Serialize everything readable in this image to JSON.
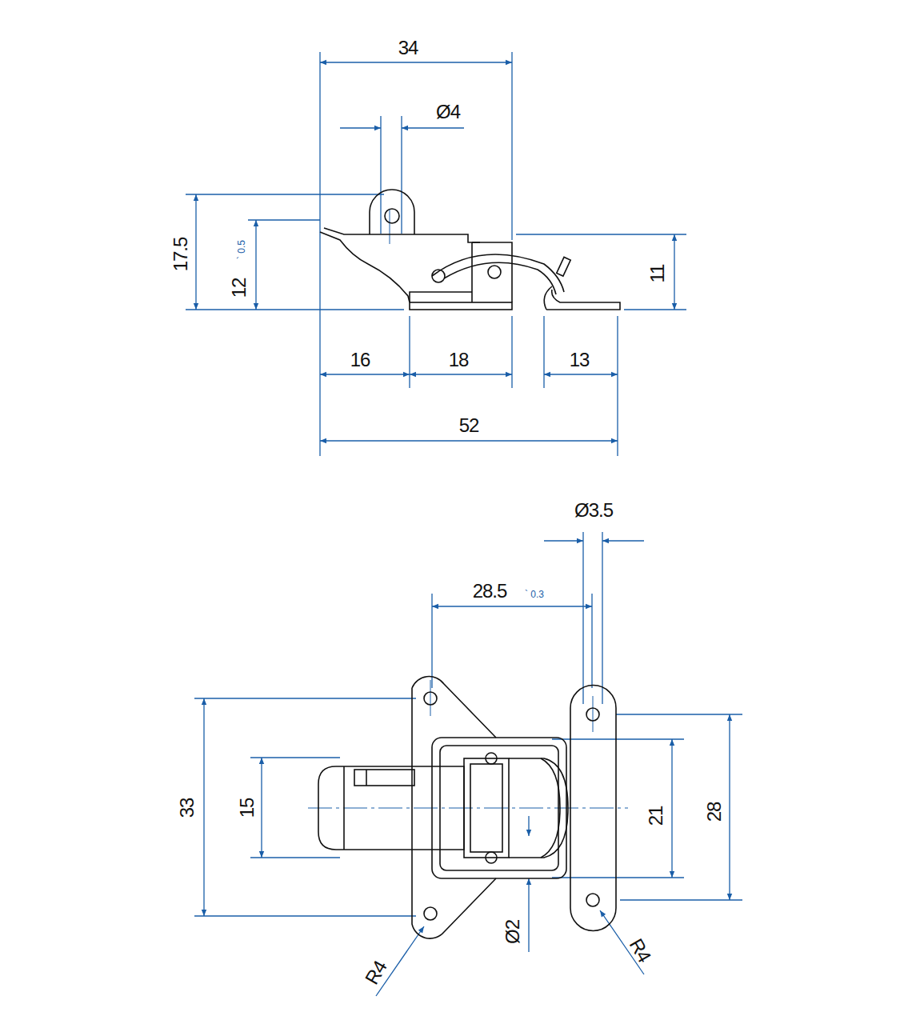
{
  "diagram": {
    "labels": [
      "34",
      "Ø4",
      "17.5",
      "12",
      "` 0.5",
      "11",
      "16",
      "18",
      "13",
      "52",
      "Ø3.5",
      "28.5",
      "` 0.3",
      "33",
      "15",
      "21",
      "28",
      "Ø2",
      "R4",
      "R4"
    ]
  }
}
